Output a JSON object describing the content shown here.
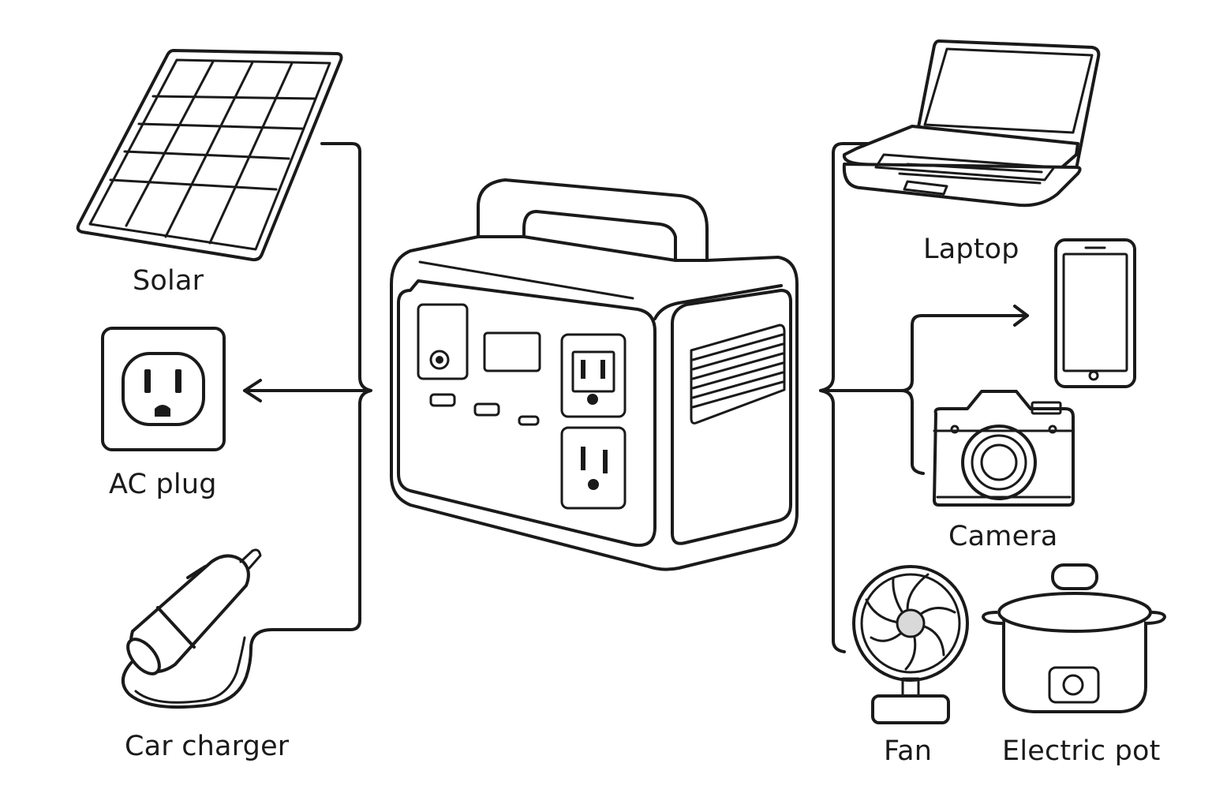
{
  "diagram": {
    "title": "Portable power station inputs and outputs",
    "center": {
      "name": "Portable power station"
    },
    "inputs": [
      {
        "label": "Solar",
        "icon": "solar-panel-icon"
      },
      {
        "label": "AC plug",
        "icon": "ac-outlet-icon"
      },
      {
        "label": "Car charger",
        "icon": "car-charger-icon"
      }
    ],
    "outputs": [
      {
        "label": "Laptop",
        "icon": "laptop-icon"
      },
      {
        "label": "",
        "icon": "smartphone-icon"
      },
      {
        "label": "Camera",
        "icon": "camera-icon"
      },
      {
        "label": "Fan",
        "icon": "fan-icon"
      },
      {
        "label": "Electric pot",
        "icon": "electric-pot-icon"
      }
    ],
    "colors": {
      "stroke": "#1a1a1a",
      "background": "#ffffff",
      "fan_hub": "#d9d9d9"
    }
  }
}
